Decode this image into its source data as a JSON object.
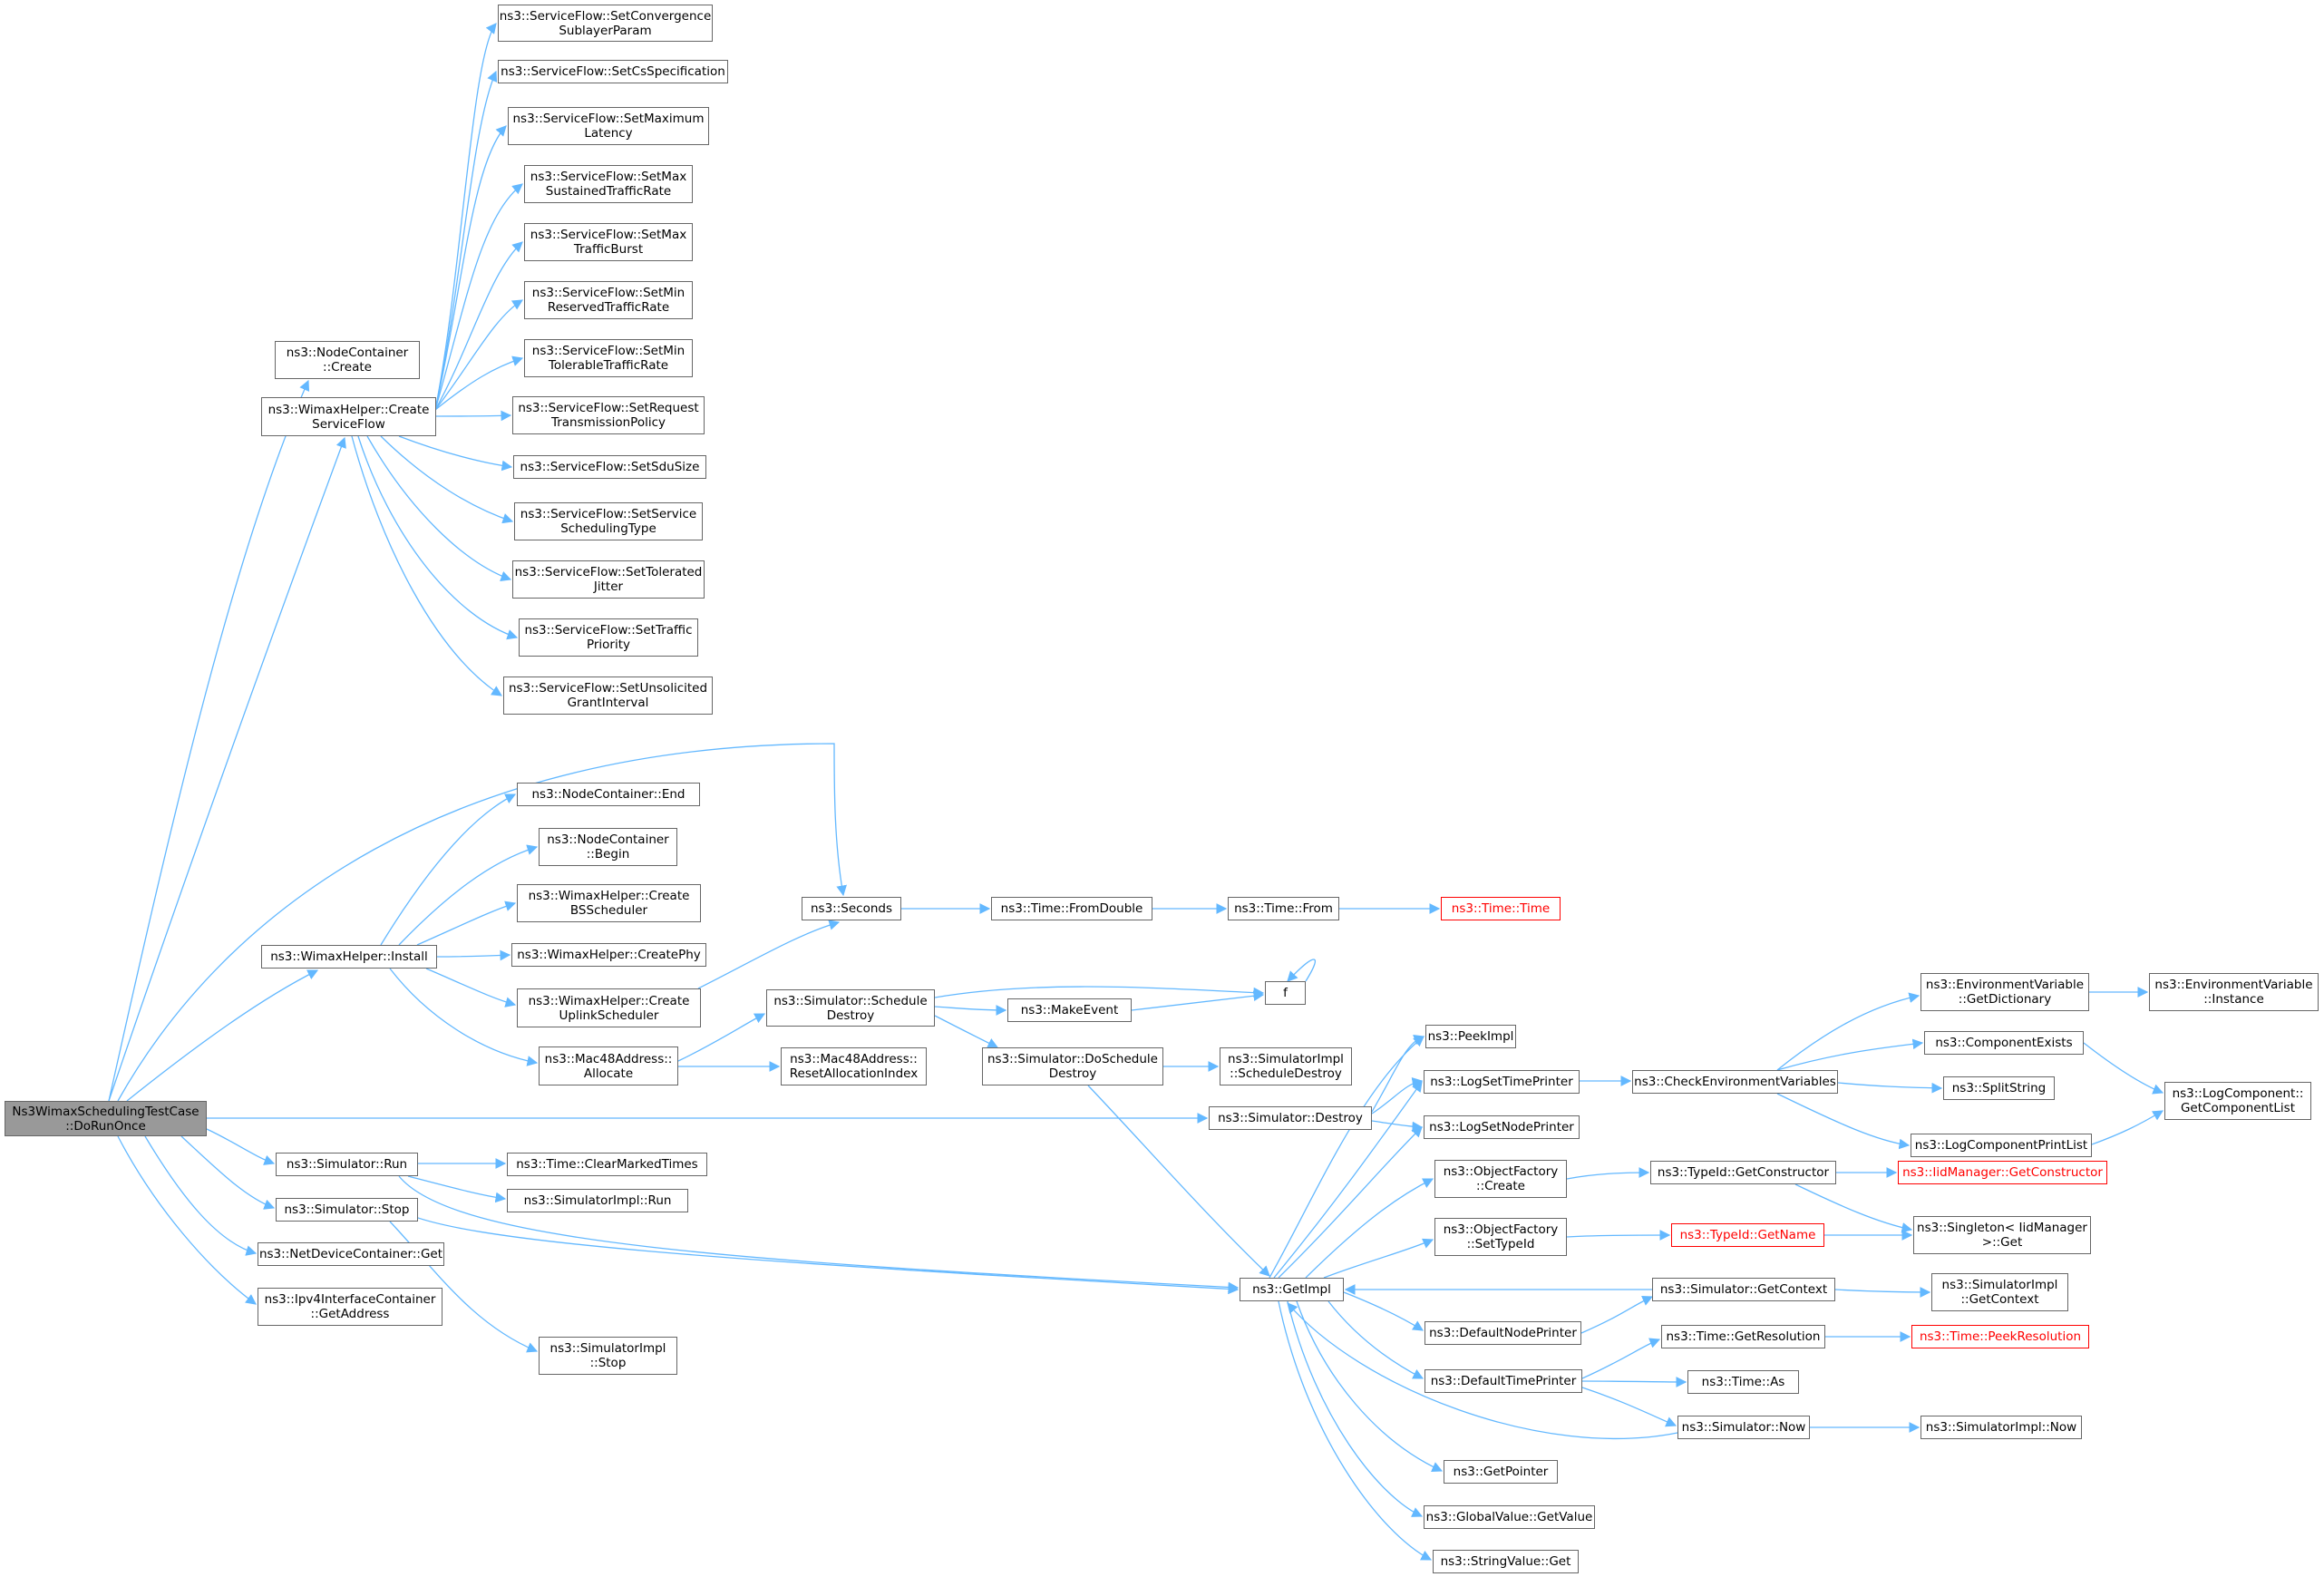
{
  "graph": {
    "edge_color": "#63b8ff",
    "node_border_color": "#666666",
    "root_fill_color": "#999999",
    "truncated_border_color": "#ff0000",
    "root": {
      "line1": "Ns3WimaxSchedulingTestCase",
      "line2": "::DoRunOnce"
    },
    "nodes": [
      {
        "line1": "ns3::ServiceFlow::SetConvergence",
        "line2": "SublayerParam"
      },
      {
        "line1": "ns3::ServiceFlow::SetCsSpecification",
        "line2": ""
      },
      {
        "line1": "ns3::ServiceFlow::SetMaximum",
        "line2": "Latency"
      },
      {
        "line1": "ns3::ServiceFlow::SetMax",
        "line2": "SustainedTrafficRate"
      },
      {
        "line1": "ns3::ServiceFlow::SetMax",
        "line2": "TrafficBurst"
      },
      {
        "line1": "ns3::ServiceFlow::SetMin",
        "line2": "ReservedTrafficRate"
      },
      {
        "line1": "ns3::ServiceFlow::SetMin",
        "line2": "TolerableTrafficRate"
      },
      {
        "line1": "ns3::ServiceFlow::SetRequest",
        "line2": "TransmissionPolicy"
      },
      {
        "line1": "ns3::ServiceFlow::SetSduSize",
        "line2": ""
      },
      {
        "line1": "ns3::ServiceFlow::SetService",
        "line2": "SchedulingType"
      },
      {
        "line1": "ns3::ServiceFlow::SetTolerated",
        "line2": "Jitter"
      },
      {
        "line1": "ns3::ServiceFlow::SetTraffic",
        "line2": "Priority"
      },
      {
        "line1": "ns3::ServiceFlow::SetUnsolicited",
        "line2": "GrantInterval"
      },
      {
        "line1": "ns3::NodeContainer",
        "line2": "::Create"
      },
      {
        "line1": "ns3::WimaxHelper::Create",
        "line2": "ServiceFlow"
      },
      {
        "line1": "ns3::NodeContainer::End",
        "line2": ""
      },
      {
        "line1": "ns3::NodeContainer",
        "line2": "::Begin"
      },
      {
        "line1": "ns3::WimaxHelper::Create",
        "line2": "BSScheduler"
      },
      {
        "line1": "ns3::WimaxHelper::CreatePhy",
        "line2": ""
      },
      {
        "line1": "ns3::WimaxHelper::Create",
        "line2": "UplinkScheduler"
      },
      {
        "line1": "ns3::Mac48Address::",
        "line2": "Allocate"
      },
      {
        "line1": "ns3::WimaxHelper::Install",
        "line2": ""
      },
      {
        "line1": "ns3::Seconds",
        "line2": ""
      },
      {
        "line1": "ns3::Time::FromDouble",
        "line2": ""
      },
      {
        "line1": "ns3::Time::From",
        "line2": ""
      },
      {
        "line1": "ns3::Time::Time",
        "line2": ""
      },
      {
        "line1": "ns3::Simulator::Schedule",
        "line2": "Destroy"
      },
      {
        "line1": "ns3::MakeEvent",
        "line2": ""
      },
      {
        "line1": "f",
        "line2": ""
      },
      {
        "line1": "ns3::Mac48Address::",
        "line2": "ResetAllocationIndex"
      },
      {
        "line1": "ns3::Simulator::DoSchedule",
        "line2": "Destroy"
      },
      {
        "line1": "ns3::SimulatorImpl",
        "line2": "::ScheduleDestroy"
      },
      {
        "line1": "ns3::Simulator::Destroy",
        "line2": ""
      },
      {
        "line1": "ns3::Simulator::Run",
        "line2": ""
      },
      {
        "line1": "ns3::Time::ClearMarkedTimes",
        "line2": ""
      },
      {
        "line1": "ns3::SimulatorImpl::Run",
        "line2": ""
      },
      {
        "line1": "ns3::Simulator::Stop",
        "line2": ""
      },
      {
        "line1": "ns3::SimulatorImpl",
        "line2": "::Stop"
      },
      {
        "line1": "ns3::NetDeviceContainer::Get",
        "line2": ""
      },
      {
        "line1": "ns3::Ipv4InterfaceContainer",
        "line2": "::GetAddress"
      },
      {
        "line1": "ns3::GetImpl",
        "line2": ""
      },
      {
        "line1": "ns3::PeekImpl",
        "line2": ""
      },
      {
        "line1": "ns3::LogSetTimePrinter",
        "line2": ""
      },
      {
        "line1": "ns3::LogSetNodePrinter",
        "line2": ""
      },
      {
        "line1": "ns3::ObjectFactory",
        "line2": "::Create"
      },
      {
        "line1": "ns3::ObjectFactory",
        "line2": "::SetTypeId"
      },
      {
        "line1": "ns3::DefaultNodePrinter",
        "line2": ""
      },
      {
        "line1": "ns3::DefaultTimePrinter",
        "line2": ""
      },
      {
        "line1": "ns3::GetPointer",
        "line2": ""
      },
      {
        "line1": "ns3::GlobalValue::GetValue",
        "line2": ""
      },
      {
        "line1": "ns3::StringValue::Get",
        "line2": ""
      },
      {
        "line1": "ns3::CheckEnvironmentVariables",
        "line2": ""
      },
      {
        "line1": "ns3::TypeId::GetConstructor",
        "line2": ""
      },
      {
        "line1": "ns3::TypeId::GetName",
        "line2": ""
      },
      {
        "line1": "ns3::Simulator::GetContext",
        "line2": ""
      },
      {
        "line1": "ns3::Time::GetResolution",
        "line2": ""
      },
      {
        "line1": "ns3::Time::As",
        "line2": ""
      },
      {
        "line1": "ns3::Simulator::Now",
        "line2": ""
      },
      {
        "line1": "ns3::EnvironmentVariable",
        "line2": "::GetDictionary"
      },
      {
        "line1": "ns3::EnvironmentVariable",
        "line2": "::Instance"
      },
      {
        "line1": "ns3::ComponentExists",
        "line2": ""
      },
      {
        "line1": "ns3::SplitString",
        "line2": ""
      },
      {
        "line1": "ns3::LogComponentPrintList",
        "line2": ""
      },
      {
        "line1": "ns3::LogComponent::",
        "line2": "GetComponentList"
      },
      {
        "line1": "ns3::IidManager::GetConstructor",
        "line2": ""
      },
      {
        "line1": "ns3::Singleton< IidManager",
        "line2": ">::Get"
      },
      {
        "line1": "ns3::SimulatorImpl",
        "line2": "::GetContext"
      },
      {
        "line1": "ns3::Time::PeekResolution",
        "line2": ""
      },
      {
        "line1": "ns3::SimulatorImpl::Now",
        "line2": ""
      }
    ]
  }
}
